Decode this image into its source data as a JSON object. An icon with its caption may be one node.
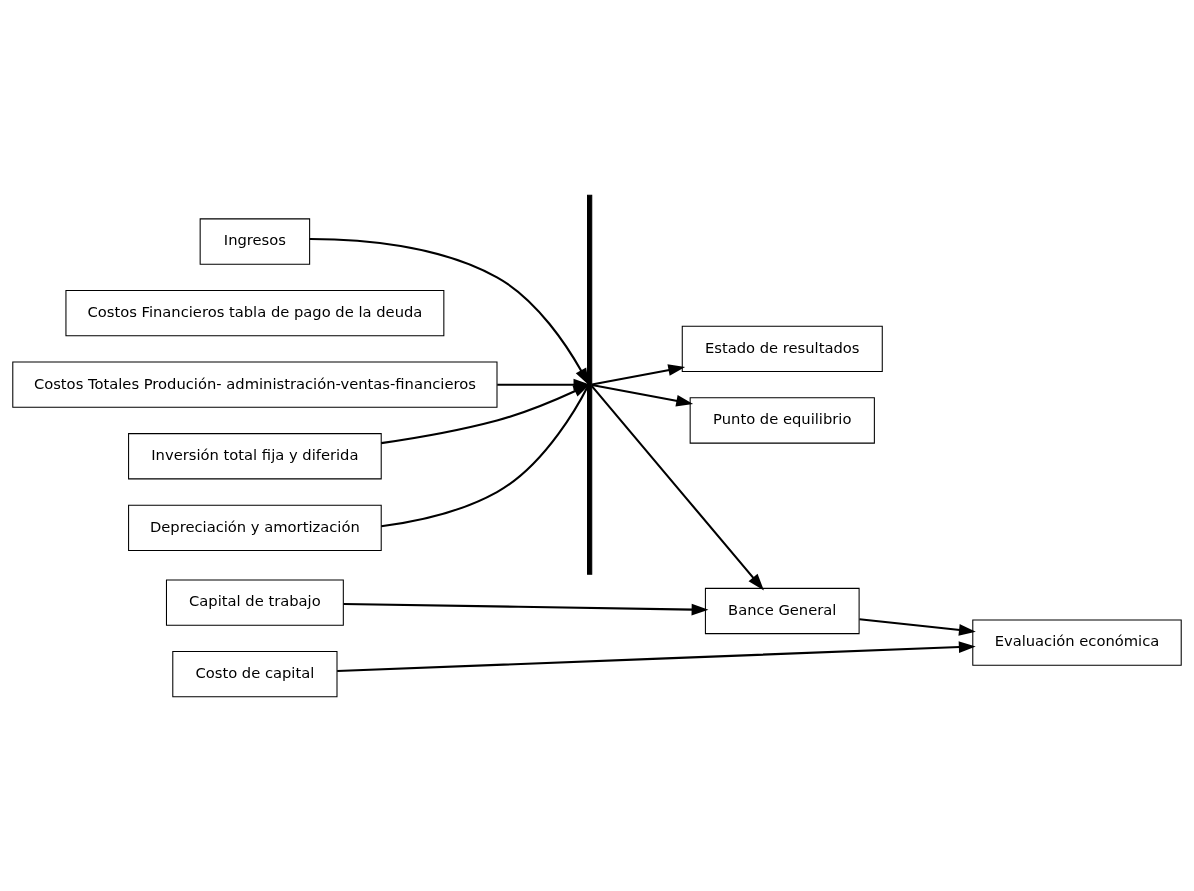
{
  "diagram": {
    "nodes": [
      {
        "text": [
          "Ingresos"
        ]
      },
      {
        "text": [
          "Costos Financieros tabla de pago de la deuda"
        ]
      },
      {
        "text": [
          "Costos Totales Produción- administración-ventas-financieros"
        ]
      },
      {
        "text": [
          "Inversión total fija y diferida"
        ]
      },
      {
        "text": [
          "Depreciación y amortización"
        ]
      },
      {
        "text": [
          "Capital de trabajo"
        ]
      },
      {
        "text": [
          "Costo de capital"
        ]
      },
      {
        "text": [],
        "shape": "bar"
      },
      {
        "text": [
          "Estado de resultados"
        ]
      },
      {
        "text": [
          "Punto de equilibrio"
        ]
      },
      {
        "text": [
          "Bance General"
        ]
      },
      {
        "text": [
          "Evaluación económica"
        ]
      }
    ],
    "edges": [
      {
        "from": 0,
        "to": 7,
        "arrow": "to"
      },
      {
        "from": 2,
        "to": 7,
        "arrow": "to"
      },
      {
        "from": 3,
        "to": 7,
        "arrow": "to"
      },
      {
        "from": 4,
        "to": 7,
        "arrow": "none"
      },
      {
        "from": 7,
        "to": 8,
        "arrow": "to"
      },
      {
        "from": 7,
        "to": 9,
        "arrow": "to"
      },
      {
        "from": 7,
        "to": 10,
        "arrow": "to"
      },
      {
        "from": 5,
        "to": 10,
        "arrow": "to"
      },
      {
        "from": 10,
        "to": 11,
        "arrow": "to"
      },
      {
        "from": 6,
        "to": 11,
        "arrow": "to"
      }
    ]
  }
}
